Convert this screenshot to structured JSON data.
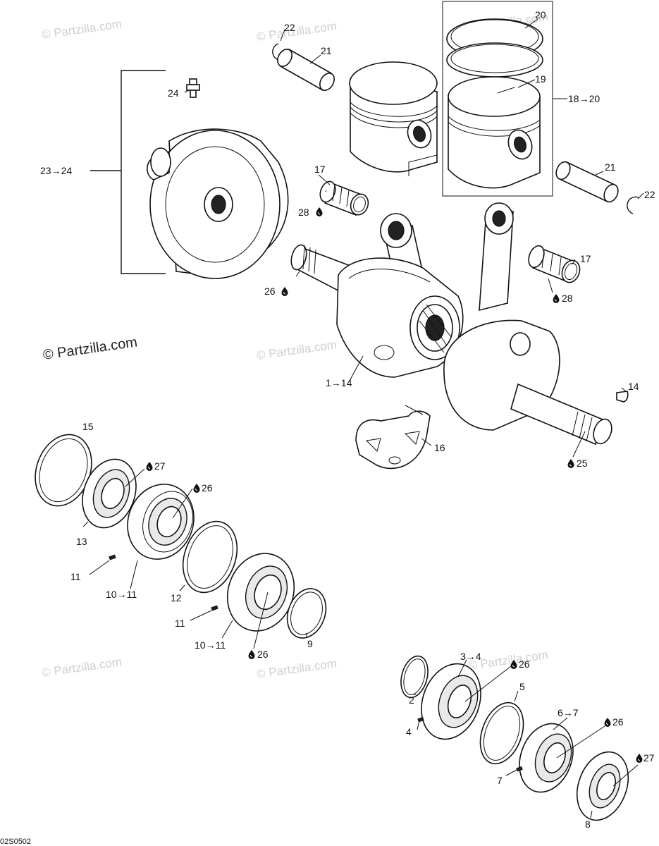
{
  "watermark": "© Partzilla.com",
  "main_watermark": "© Partzilla.com",
  "drawing_code": "02S0502",
  "labels": {
    "l22a": "22",
    "l21a": "21",
    "l20": "20",
    "l19": "19",
    "l18_20": "18→20",
    "l24": "24",
    "l23_24": "23→24",
    "l17a": "17",
    "l28a": "28",
    "l21b": "21",
    "l22b": "22",
    "l26a": "26",
    "l17b": "17",
    "l28b": "28",
    "l1_14": "1→14",
    "l14": "14",
    "l16": "16",
    "l25": "25",
    "l15": "15",
    "l27a": "27",
    "l26b": "26",
    "l13": "13",
    "l11a": "11",
    "l10_11a": "10→11",
    "l12": "12",
    "l11b": "11",
    "l10_11b": "10→11",
    "l26c": "26",
    "l9": "9",
    "l3_4": "3→4",
    "l26d": "26",
    "l5": "5",
    "l2": "2",
    "l4": "4",
    "l6_7": "6→7",
    "l26e": "26",
    "l27b": "27",
    "l7": "7",
    "l8": "8"
  },
  "icons": [
    "oil-drop-icon"
  ]
}
